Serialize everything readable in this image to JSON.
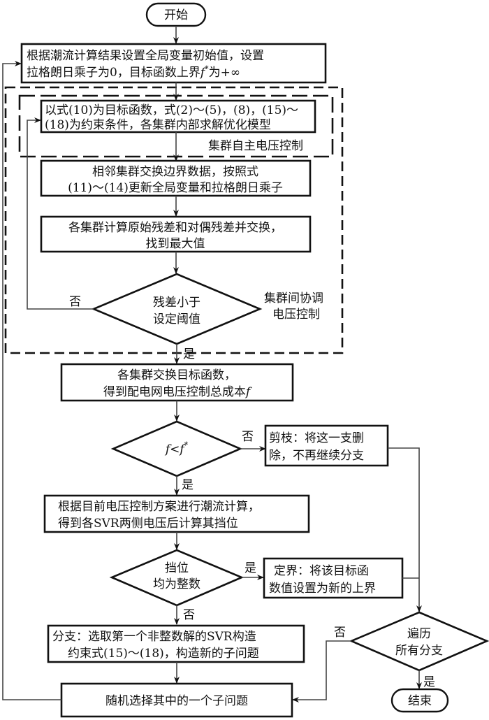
{
  "flowchart": {
    "start": "开始",
    "end": "结束",
    "init_box": {
      "line1": "根据潮流计算结果设置全局变量初始值，设置",
      "line2_pre": "拉格朗日乘子为0，目标函数上界",
      "line2_sym": "f",
      "line2_sup": "*",
      "line2_post": "为+∞"
    },
    "cluster_auto": {
      "label": "集群自主电压控制",
      "box": {
        "line1": "以式(10)为目标函数，式(2)～(5)，(8)，(15)～",
        "line2": "(18)为约束条件，各集群内部求解优化模型"
      }
    },
    "cluster_coord": {
      "label_line1": "集群间协调",
      "label_line2": "电压控制",
      "exchange_box": {
        "line1": "相邻集群交换边界数据，按照式",
        "line2": "(11)～(14)更新全局变量和拉格朗日乘子"
      },
      "residual_box": {
        "line1": "各集群计算原始残差和对偶残差并交换，",
        "line2": "找到最大值"
      },
      "residual_decision": {
        "line1": "残差小于",
        "line2": "设定阈值",
        "no": "否",
        "yes": "是"
      }
    },
    "total_cost_box": {
      "line1": "各集群交换目标函数，",
      "line2_pre": "得到配电网电压控制总成本",
      "line2_sym": "f"
    },
    "cost_decision": {
      "lhs": "f",
      "op": "<",
      "rhs": "f",
      "sup": "*",
      "no": "否",
      "yes": "是"
    },
    "prune_box": {
      "line1": "剪枝：将这一支删",
      "line2": "除，不再继续分支"
    },
    "powerflow_box": {
      "line1": "根据目前电压控制方案进行潮流计算，",
      "line2": "得到各SVR两侧电压后计算其挡位"
    },
    "tap_decision": {
      "line1": "挡位",
      "line2": "均为整数",
      "yes": "是",
      "no": "否"
    },
    "bound_box": {
      "line1": "定界：将该目标函",
      "line2": "数值设置为新的上界"
    },
    "branch_box": {
      "line1": "分支：选取第一个非整数解的SVR构造",
      "line2": "约束式(15)～(18)，构造新的子问题"
    },
    "traverse_decision": {
      "line1": "遍历",
      "line2": "所有分支",
      "no": "否",
      "yes": "是"
    },
    "random_box": {
      "text": "随机选择其中的一个子问题"
    }
  }
}
